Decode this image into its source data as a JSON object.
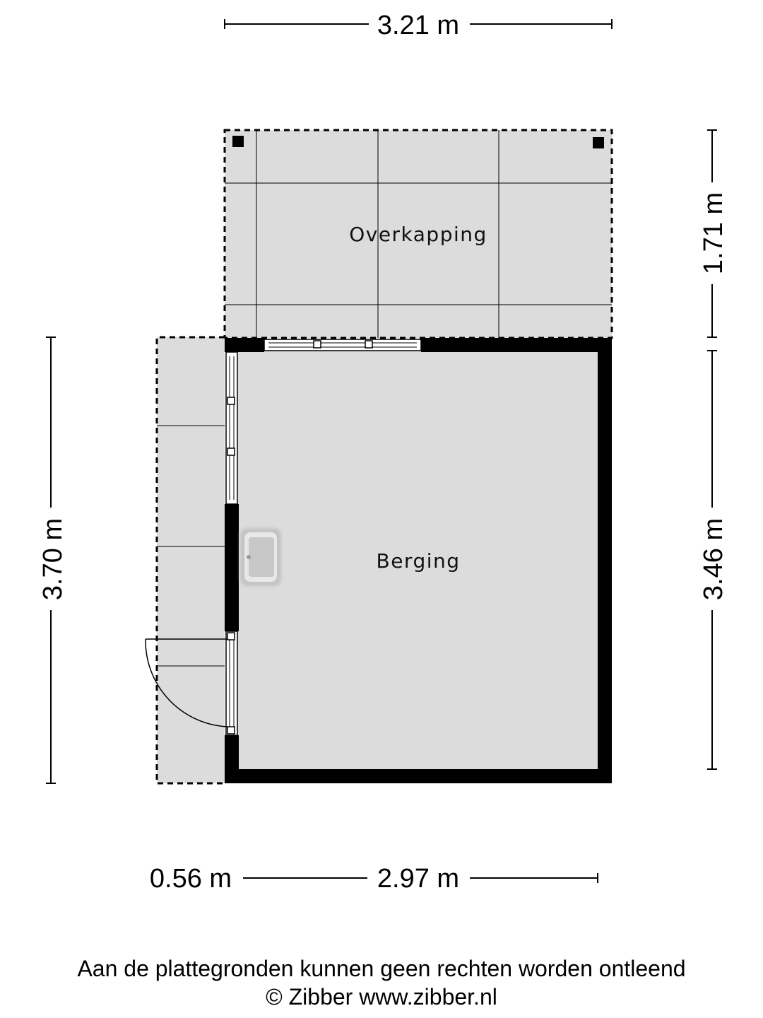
{
  "dimensions": {
    "top_width": "3.21 m",
    "right_upper": "1.71 m",
    "right_lower": "3.46 m",
    "left_height": "3.70 m",
    "bottom_left": "0.56 m",
    "bottom_main": "2.97 m"
  },
  "rooms": {
    "overkapping": "Overkapping",
    "berging": "Berging"
  },
  "footer": {
    "disclaimer": "Aan de plattegronden kunnen geen rechten worden ontleend",
    "copyright": "© Zibber www.zibber.nl"
  },
  "colors": {
    "floor": "#dcdcdc",
    "wall": "#000000"
  }
}
